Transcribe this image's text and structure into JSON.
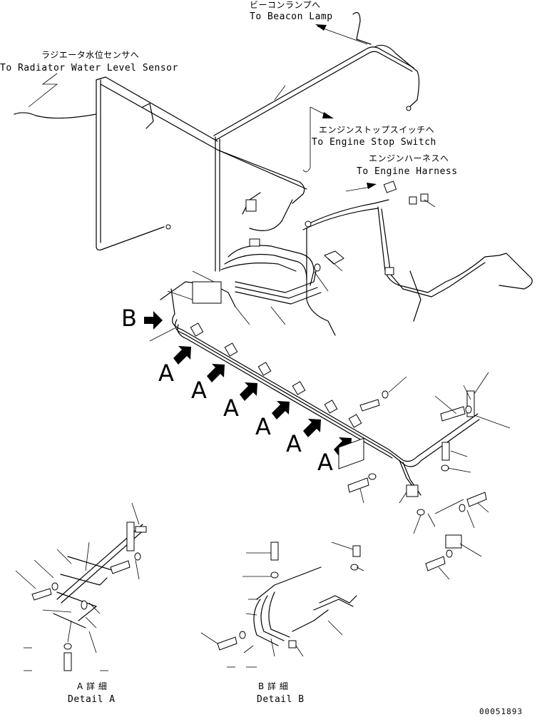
{
  "callouts": {
    "beacon": {
      "jp": "ビーコンランプへ",
      "en": "To Beacon Lamp"
    },
    "radiator": {
      "jp": "ラジエータ水位センサへ",
      "en": "To Radiator Water Level Sensor"
    },
    "engine_stop": {
      "jp": "エンジンストップスイッチへ",
      "en": "To Engine Stop Switch"
    },
    "engine_harness": {
      "jp": "エンジンハーネスへ",
      "en": "To Engine Harness"
    }
  },
  "view_markers": {
    "a": "A",
    "b": "B"
  },
  "details": {
    "a": {
      "jp": "A 詳 細",
      "en": "Detail A"
    },
    "b": {
      "jp": "B 詳 細",
      "en": "Detail B"
    }
  },
  "drawing_number": "00051893"
}
